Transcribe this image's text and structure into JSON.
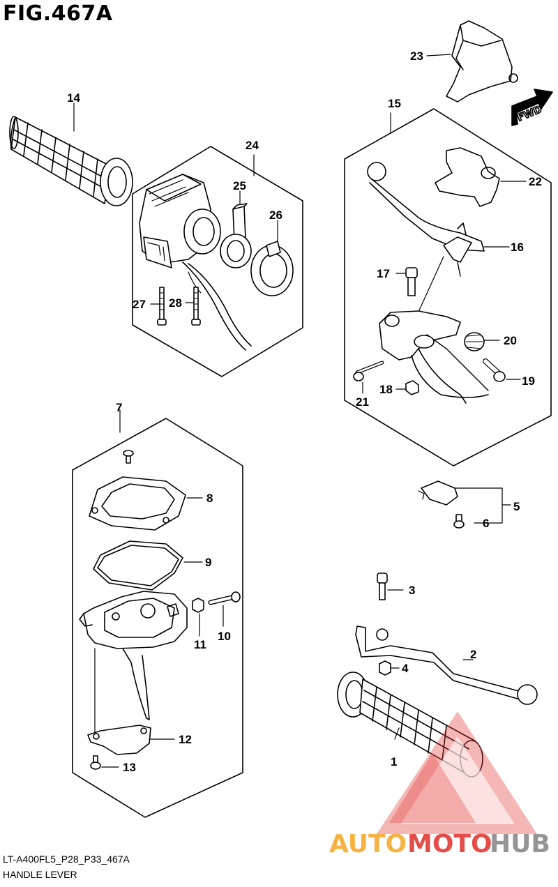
{
  "figure": {
    "title": "FIG.467A",
    "code": "LT-A400FL5_P28_P33_467A",
    "name": "HANDLE LEVER",
    "fwd_label": "FWD"
  },
  "callouts": {
    "p1": "1",
    "p2": "2",
    "p3": "3",
    "p4": "4",
    "p5": "5",
    "p6": "6",
    "p7": "7",
    "p8": "8",
    "p9": "9",
    "p10": "10",
    "p11": "11",
    "p12": "12",
    "p13": "13",
    "p14": "14",
    "p15": "15",
    "p16": "16",
    "p17": "17",
    "p18": "18",
    "p19": "19",
    "p20": "20",
    "p21": "21",
    "p22": "22",
    "p23": "23",
    "p24": "24",
    "p25": "25",
    "p26": "26",
    "p27": "27",
    "p28": "28"
  },
  "watermark": {
    "part1": "AUTO",
    "part2": "MOTO",
    "part3": "HUB",
    "colors": {
      "orange": "#f5a623",
      "red": "#e0302a",
      "gray": "#8a8a8a"
    }
  }
}
